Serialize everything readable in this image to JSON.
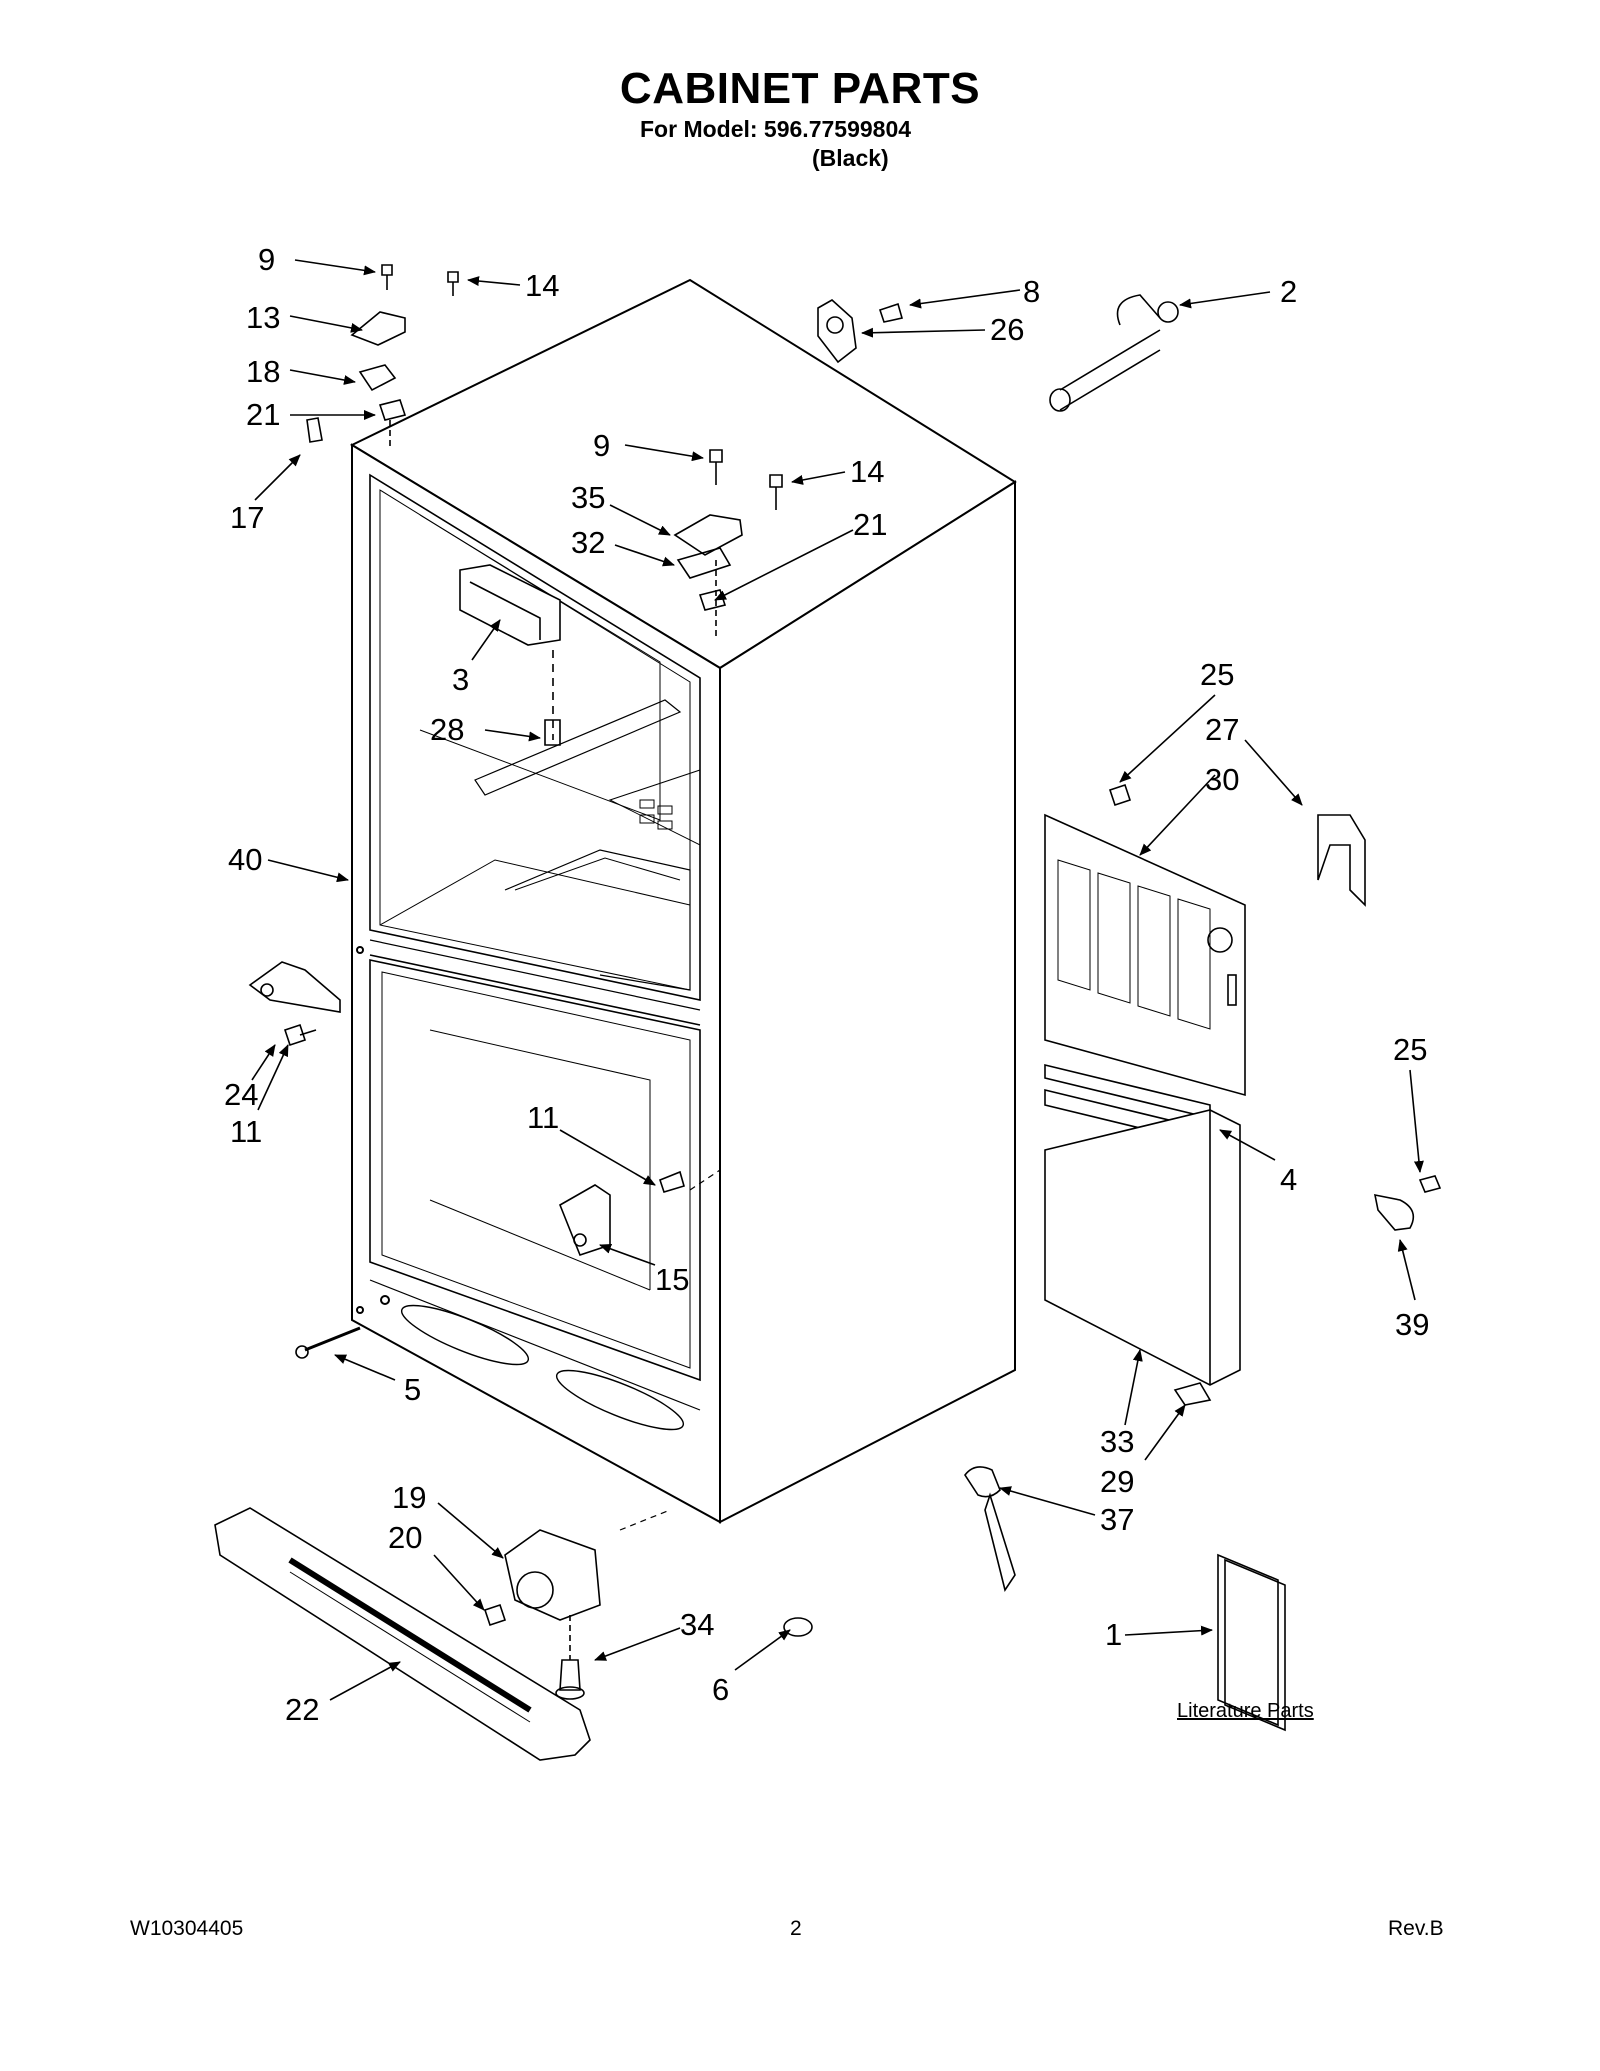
{
  "header": {
    "title": "CABINET PARTS",
    "model_line": "For Model: 596.77599804",
    "color_line": "(Black)"
  },
  "callouts": {
    "c9a": "9",
    "c14a": "14",
    "c13": "13",
    "c18": "18",
    "c21a": "21",
    "c17": "17",
    "c8": "8",
    "c26": "26",
    "c2": "2",
    "c9b": "9",
    "c14b": "14",
    "c35": "35",
    "c32": "32",
    "c21b": "21",
    "c3": "3",
    "c28": "28",
    "c40": "40",
    "c25a": "25",
    "c27": "27",
    "c30": "30",
    "c25b": "25",
    "c4": "4",
    "c39": "39",
    "c24": "24",
    "c11a": "11",
    "c11b": "11",
    "c15": "15",
    "c5": "5",
    "c33": "33",
    "c29": "29",
    "c37": "37",
    "c19": "19",
    "c20": "20",
    "c34": "34",
    "c6": "6",
    "c22": "22",
    "c1": "1"
  },
  "literature_caption": "Literature Parts",
  "footer": {
    "doc_number": "W10304405",
    "page_number": "2",
    "revision": "Rev.B"
  }
}
